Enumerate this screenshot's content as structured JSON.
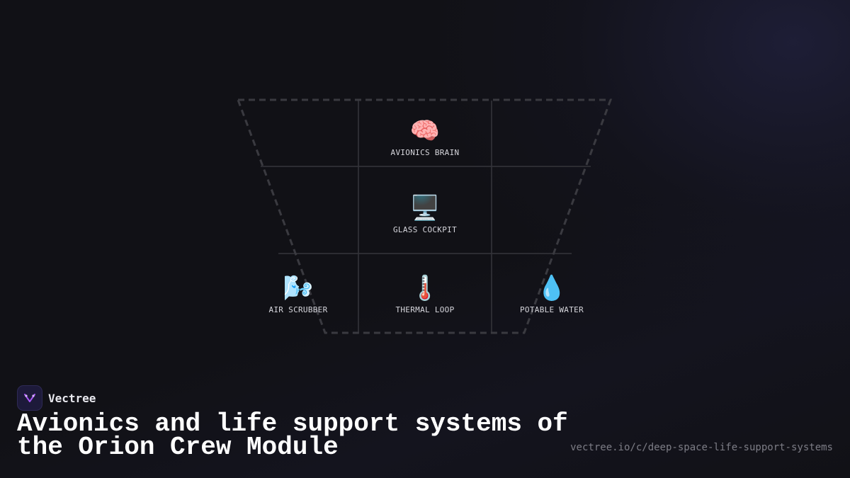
{
  "brand": {
    "name": "Vectree",
    "logo_icon": "vectree-logo-icon",
    "accent": "#a855f7"
  },
  "diagram": {
    "nodes": [
      {
        "id": "avionics-brain",
        "icon": "🧠",
        "icon_name": "brain-icon",
        "label": "AVIONICS BRAIN"
      },
      {
        "id": "glass-cockpit",
        "icon": "🖥️",
        "icon_name": "desktop-computer-icon",
        "label": "GLASS COCKPIT"
      },
      {
        "id": "air-scrubber",
        "icon": "🌬️",
        "icon_name": "wind-face-icon",
        "label": "AIR SCRUBBER"
      },
      {
        "id": "thermal-loop",
        "icon": "🌡️",
        "icon_name": "thermometer-icon",
        "label": "THERMAL LOOP"
      },
      {
        "id": "potable-water",
        "icon": "💧",
        "icon_name": "droplet-icon",
        "label": "POTABLE WATER"
      }
    ],
    "outline_color": "#3a3a40",
    "grid_color": "#35353b"
  },
  "footer": {
    "title": "Avionics and life support systems of the Orion Crew Module",
    "url": "vectree.io/c/deep-space-life-support-systems"
  }
}
